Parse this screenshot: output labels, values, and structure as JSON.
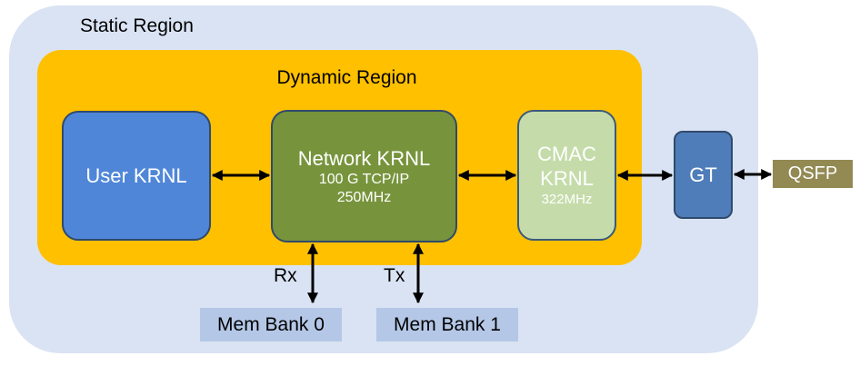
{
  "static_region": {
    "label": "Static Region"
  },
  "dynamic_region": {
    "label": "Dynamic Region"
  },
  "blocks": {
    "user_krnl": {
      "label": "User KRNL"
    },
    "network_krnl": {
      "title": "Network KRNL",
      "protocol": "100 G TCP/IP",
      "clock": "250MHz"
    },
    "cmac_krnl": {
      "title": "CMAC KRNL",
      "clock": "322MHz"
    },
    "gt": {
      "label": "GT"
    },
    "qsfp": {
      "label": "QSFP"
    }
  },
  "memory": {
    "bank0": {
      "label": "Mem Bank 0",
      "port": "Rx"
    },
    "bank1": {
      "label": "Mem Bank 1",
      "port": "Tx"
    }
  },
  "colors": {
    "static_region": "#dae3f3",
    "dynamic_region": "#ffc000",
    "user_krnl": "#4f86d8",
    "network_krnl": "#77943c",
    "cmac_krnl": "#c5dcaa",
    "gt": "#4f7dba",
    "qsfp": "#938953",
    "mem_bank": "#b4c7e7",
    "arrow": "#000000"
  }
}
